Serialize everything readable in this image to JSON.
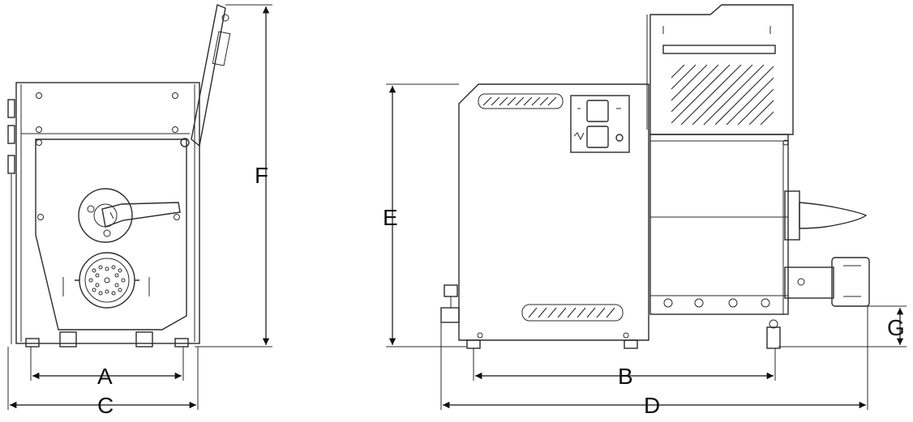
{
  "dimension_labels": {
    "A": "A",
    "B": "B",
    "C": "C",
    "D": "D",
    "E": "E",
    "F": "F",
    "G": "G"
  }
}
